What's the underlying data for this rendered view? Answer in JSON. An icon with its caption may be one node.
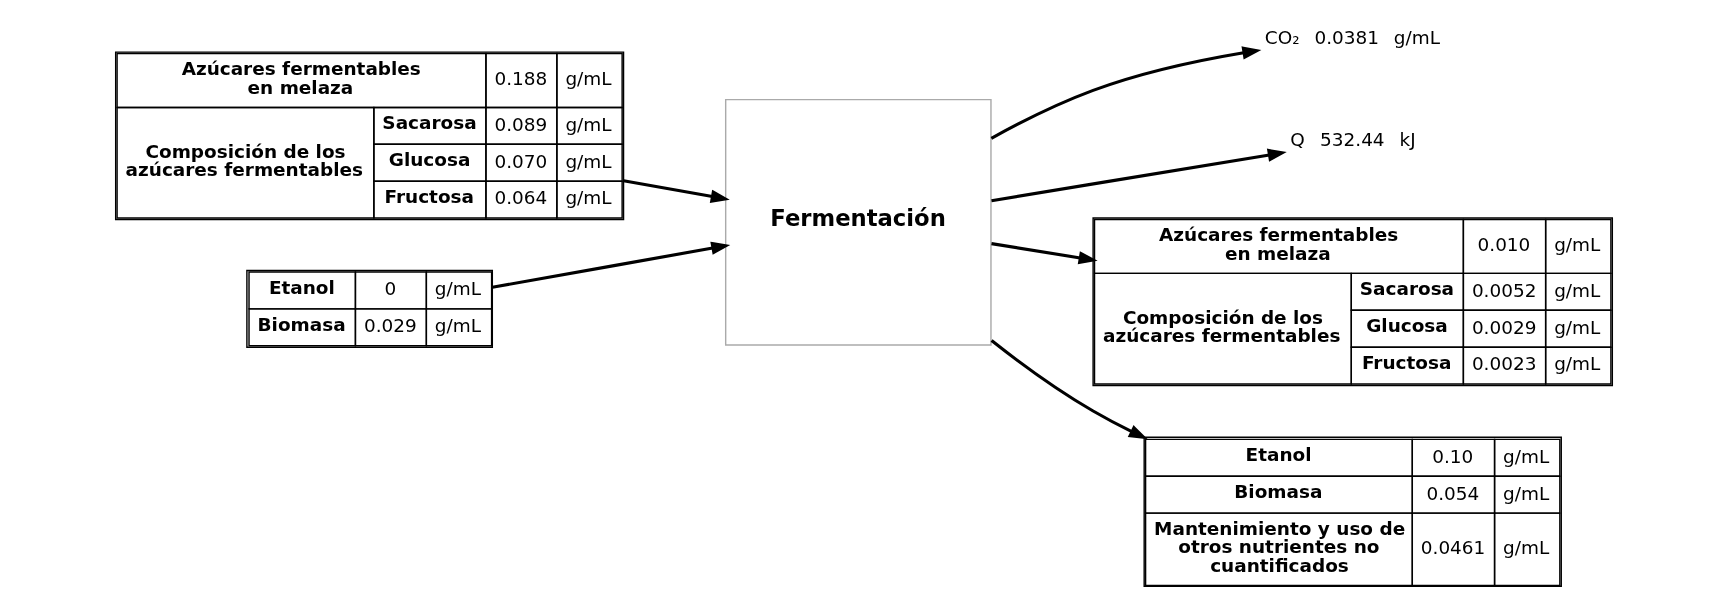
{
  "diagram": {
    "nodes": [
      {
        "text": [
          "CO₂",
          "0.0381",
          "g/mL"
        ]
      },
      {
        "text": [
          "Q",
          "532.44",
          "kJ"
        ]
      },
      {
        "text": [
          "Azúcares fermentables en melaza",
          "0.188",
          "g/mL",
          "Composición de los azúcares fermentables",
          "Sacarosa",
          "0.089",
          "g/mL",
          "Glucosa",
          "0.070",
          "g/mL",
          "Fructosa",
          "0.064",
          "g/mL"
        ]
      },
      {
        "text": [
          "Fermentación"
        ]
      },
      {
        "text": [
          "Azúcares fermentables en melaza",
          "0.010",
          "g/mL",
          "Composición de los azúcares fermentables",
          "Sacarosa",
          "0.0052",
          "g/mL",
          "Glucosa",
          "0.0029",
          "g/mL",
          "Fructosa",
          "0.0023",
          "g/mL"
        ]
      },
      {
        "text": [
          "Etanol",
          "0",
          "g/mL",
          "Biomasa",
          "0.029",
          "g/mL"
        ]
      },
      {
        "text": [
          "Etanol",
          "0.10",
          "g/mL",
          "Biomasa",
          "0.054",
          "g/mL",
          "Mantenimiento y uso de otros nutrientes no cuantificados",
          "0.0461",
          "g/mL"
        ]
      }
    ],
    "edges": [
      {
        "from": 2,
        "to": 3,
        "arrow": "to"
      },
      {
        "from": 5,
        "to": 3,
        "arrow": "to"
      },
      {
        "from": 3,
        "to": 4,
        "arrow": "to"
      },
      {
        "from": 3,
        "to": 6,
        "arrow": "to"
      },
      {
        "from": 3,
        "to": 0,
        "arrow": "to"
      },
      {
        "from": 3,
        "to": 1,
        "arrow": "to"
      }
    ]
  }
}
